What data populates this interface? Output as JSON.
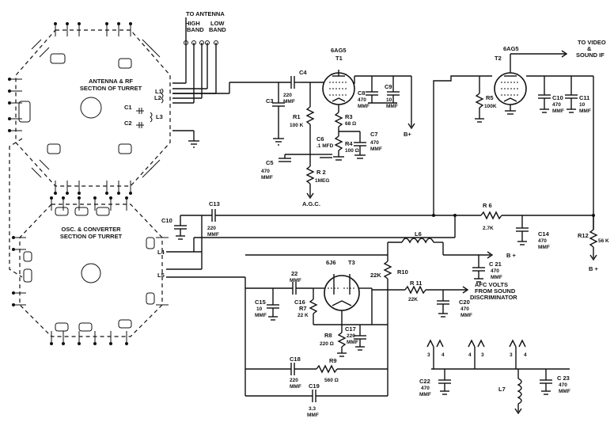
{
  "turret": {
    "rf_title_1": "ANTENNA & RF",
    "rf_title_2": "SECTION OF TURRET",
    "osc_title_1": "OSC. & CONVERTER",
    "osc_title_2": "SECTION OF TURRET"
  },
  "antenna": {
    "title": "TO ANTENNA",
    "high_1": "HIGH",
    "high_2": "BAND",
    "low_1": "LOW",
    "low_2": "BAND"
  },
  "coils": {
    "l1": "L1",
    "l2": "L2",
    "l3": "L3",
    "l4": "L4",
    "l5": "L5",
    "l6": "L6",
    "l7": "L7"
  },
  "tubes": {
    "t1": "T1",
    "t1_type": "6AG5",
    "t2": "T2",
    "t2_type": "6AG5",
    "t3": "T3",
    "t3_type": "6J6"
  },
  "outputs": {
    "video_1": "TO VIDEO",
    "video_2": "&",
    "video_3": "SOUND IF",
    "bplus": "B +",
    "bplus_t1": "B+",
    "agc": "A.G.C.",
    "afc_1": "AFC VOLTS",
    "afc_2": "FROM SOUND",
    "afc_3": "DISCRIMINATOR"
  },
  "components": [
    {
      "ref": "C1",
      "value": ""
    },
    {
      "ref": "C2",
      "value": ""
    },
    {
      "ref": "C3",
      "value": "220 MMF"
    },
    {
      "ref": "C4",
      "value": "220 MMF"
    },
    {
      "ref": "C5",
      "value": "470 MMF"
    },
    {
      "ref": "C6",
      "value": ".1 MFD"
    },
    {
      "ref": "C7",
      "value": "470 MMF"
    },
    {
      "ref": "C8",
      "value": "470 MMF"
    },
    {
      "ref": "C9",
      "value": "10 MMF"
    },
    {
      "ref": "C10",
      "value": "470 MMF"
    },
    {
      "ref": "C11",
      "value": "10 MMF"
    },
    {
      "ref": "C13",
      "value": "220 MMF"
    },
    {
      "ref": "C14",
      "value": "470 MMF"
    },
    {
      "ref": "C15",
      "value": "10 MMF"
    },
    {
      "ref": "C16",
      "value": "22 MMF"
    },
    {
      "ref": "C17",
      "value": "220 MMF"
    },
    {
      "ref": "C18",
      "value": "220 MMF"
    },
    {
      "ref": "C19",
      "value": "3.3 MMF"
    },
    {
      "ref": "C20",
      "value": "470 MMF"
    },
    {
      "ref": "C21",
      "value": "470 MMF"
    },
    {
      "ref": "C22",
      "value": "470 MMF"
    },
    {
      "ref": "C23",
      "value": "470 MMF"
    },
    {
      "ref": "R1",
      "value": "100 K"
    },
    {
      "ref": "R2",
      "value": "1MEG"
    },
    {
      "ref": "R3",
      "value": "68 Ω"
    },
    {
      "ref": "R4",
      "value": "100 Ω"
    },
    {
      "ref": "R5",
      "value": "100K"
    },
    {
      "ref": "R6",
      "value": "2.7K"
    },
    {
      "ref": "R7",
      "value": "22 K"
    },
    {
      "ref": "R8",
      "value": "220 Ω"
    },
    {
      "ref": "R9",
      "value": "560 Ω"
    },
    {
      "ref": "R10",
      "value": "22K"
    },
    {
      "ref": "R11",
      "value": "22K"
    },
    {
      "ref": "R12",
      "value": "56 K"
    }
  ]
}
